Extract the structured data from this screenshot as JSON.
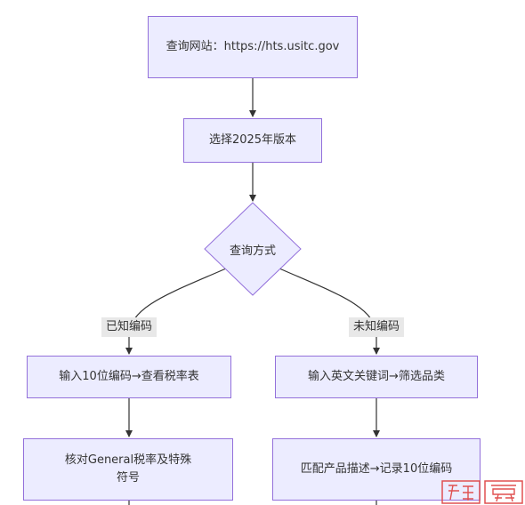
{
  "flowchart": {
    "nodes": {
      "start": "查询网站：https://hts.usitc.gov",
      "select_version": "选择2025年版本",
      "decision": "查询方式",
      "known_input": "输入10位编码→查看税率表",
      "known_check": "核对General税率及特殊符号",
      "unknown_input": "输入英文关键词→筛选品类",
      "unknown_match": "匹配产品描述→记录10位编码"
    },
    "edge_labels": {
      "known": "已知编码",
      "unknown": "未知编码"
    }
  },
  "colors": {
    "node_fill": "#ececff",
    "node_border": "#9370db",
    "edge": "#333333",
    "edge_label_bg": "#e8e8e8",
    "watermark": "#e05050"
  },
  "watermark": {
    "icon": "red-seal-stamp-watermark"
  }
}
